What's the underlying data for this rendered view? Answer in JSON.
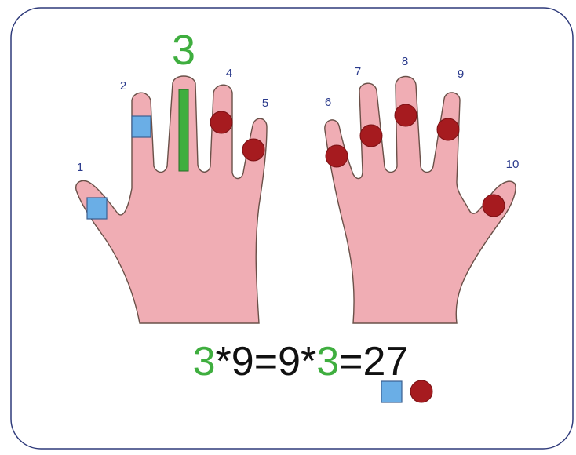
{
  "finger_numbers": [
    "1",
    "2",
    "3",
    "4",
    "5",
    "6",
    "7",
    "8",
    "9",
    "10"
  ],
  "highlight_number": "3",
  "equation": {
    "parts": [
      {
        "text": "3",
        "color": "green"
      },
      {
        "text": "*9=9*",
        "color": "black"
      },
      {
        "text": "3",
        "color": "green"
      },
      {
        "text": "=27",
        "color": "black"
      }
    ]
  },
  "colors": {
    "frame": "#2e3a7a",
    "hand_fill": "#f0adb4",
    "hand_stroke": "#6a5048",
    "green": "#3fae3f",
    "black": "#111111",
    "number_blue": "#2a3a8c",
    "square_fill": "#6aaee6",
    "square_stroke": "#3b5f8f",
    "circle_fill": "#a61b1f",
    "circle_stroke": "#7a1013"
  },
  "legend": [
    "square-marker",
    "circle-marker"
  ]
}
